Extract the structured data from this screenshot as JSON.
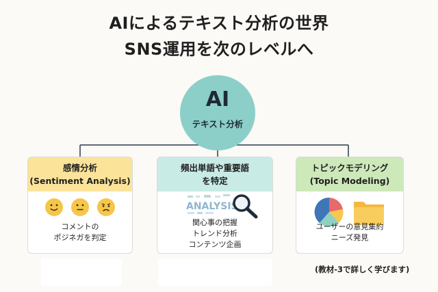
{
  "title": {
    "line1": "AIによるテキスト分析の世界",
    "line2": "SNS運用を次のレベルへ"
  },
  "hub": {
    "main": "AI",
    "sub": "テキスト分析"
  },
  "cards": [
    {
      "head_line1": "感情分析",
      "head_line2": "(Sentiment Analysis)",
      "body_line1": "コメントの",
      "body_line2": "ポジネガを判定",
      "icons": [
        "happy-face-icon",
        "neutral-face-icon",
        "sad-face-icon"
      ]
    },
    {
      "head_line1": "頻出単語や重要語",
      "head_line2": "を特定",
      "art_text": "ANALYSIS",
      "body_line1": "関心事の把握",
      "body_line2": "トレンド分析",
      "body_line3": "コンテンツ企画",
      "icons": [
        "word-cloud-icon",
        "magnifier-icon"
      ]
    },
    {
      "head_line1": "トピックモデリング",
      "head_line2": "(Topic Modeling)",
      "body_line1": "ユーザーの意見集約",
      "body_line2": "ニーズ発見",
      "icons": [
        "pie-chart-icon",
        "folder-icon"
      ]
    }
  ],
  "footnote": "(教材-3で詳しく学びます)",
  "colors": {
    "hub": "#8ccfc8",
    "card1_head": "#fbe39a",
    "card2_head": "#c8ebe6",
    "card3_head": "#cde8b9",
    "connector": "#2b3a4a"
  }
}
